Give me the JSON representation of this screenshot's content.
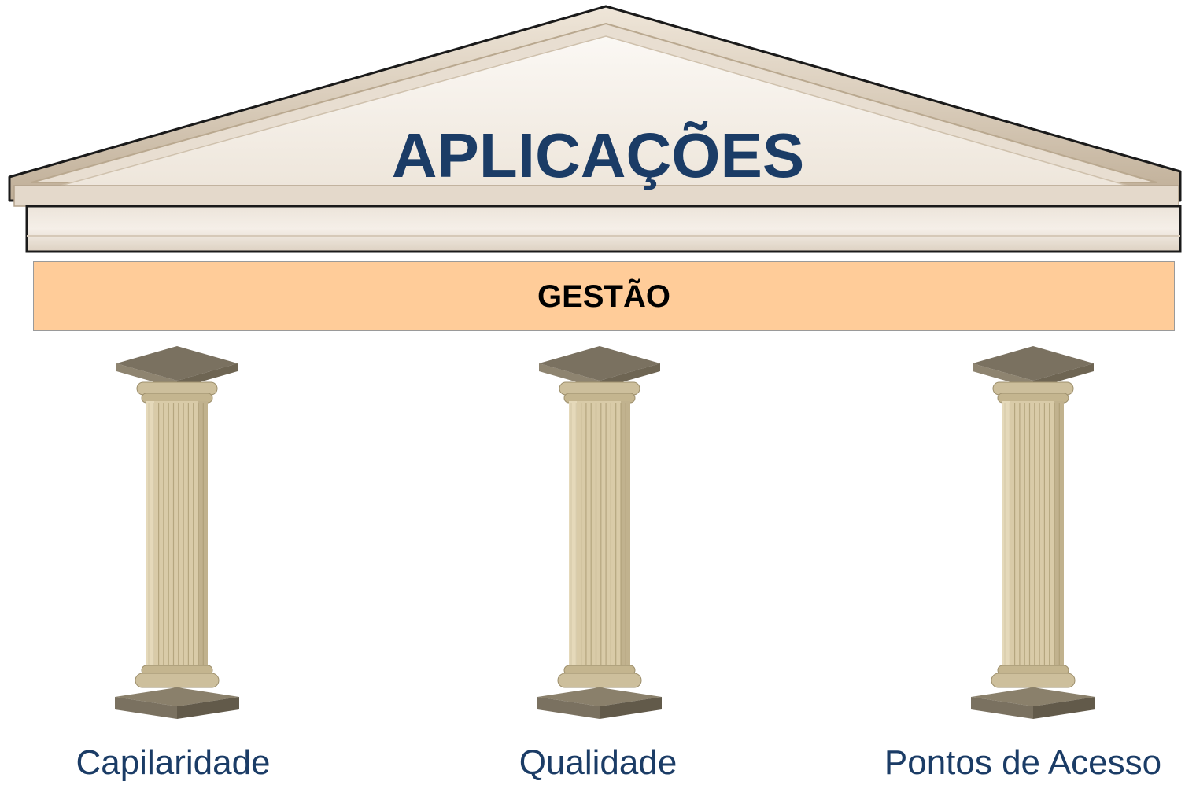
{
  "roof": {
    "title": "APLICAÇÕES"
  },
  "beam": {
    "label": "GESTÃO"
  },
  "pillars": [
    {
      "label": "Capilaridade"
    },
    {
      "label": "Qualidade"
    },
    {
      "label": "Pontos de Acesso"
    }
  ],
  "colors": {
    "title_text": "#1b3c66",
    "beam_fill": "#ffcc99",
    "pillar_label_text": "#1b3c66",
    "stone_light": "#f3ece3",
    "column_tone": "#d9cba8"
  }
}
